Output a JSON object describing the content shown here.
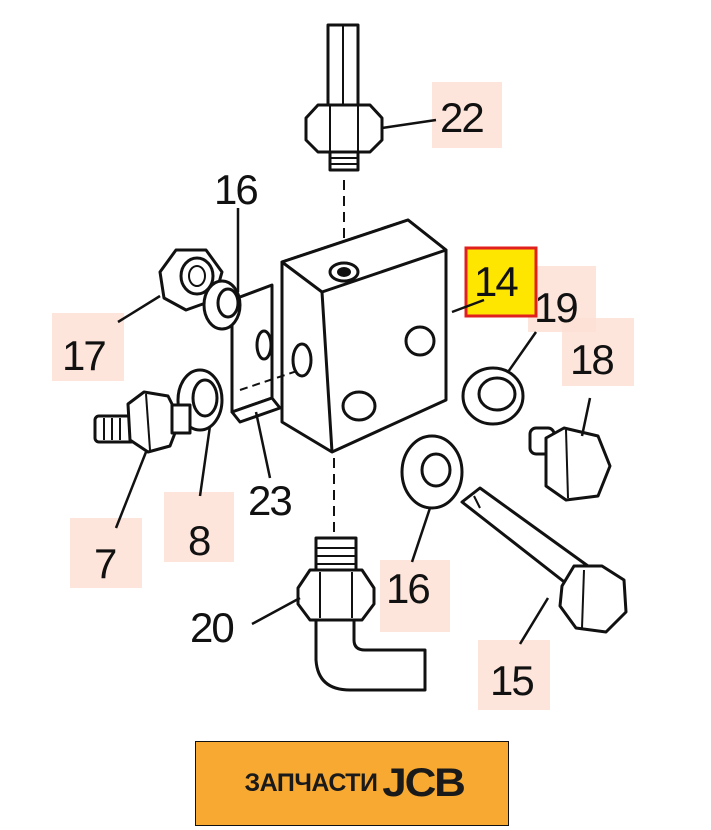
{
  "colors": {
    "highlight": "#ffe600",
    "highlight_border": "#e0201e",
    "label_background": "#fde0d6",
    "brand_background": "#f7a932",
    "ink": "#111111"
  },
  "parts": [
    {
      "id": "label-22",
      "number": "22",
      "highlighted": false
    },
    {
      "id": "label-16-top",
      "number": "16",
      "highlighted": false
    },
    {
      "id": "label-14",
      "number": "14",
      "highlighted": true
    },
    {
      "id": "label-19",
      "number": "19",
      "highlighted": false
    },
    {
      "id": "label-17",
      "number": "17",
      "highlighted": false
    },
    {
      "id": "label-18",
      "number": "18",
      "highlighted": false
    },
    {
      "id": "label-7",
      "number": "7",
      "highlighted": false
    },
    {
      "id": "label-8",
      "number": "8",
      "highlighted": false
    },
    {
      "id": "label-23",
      "number": "23",
      "highlighted": false
    },
    {
      "id": "label-16-bottom",
      "number": "16",
      "highlighted": false
    },
    {
      "id": "label-20",
      "number": "20",
      "highlighted": false
    },
    {
      "id": "label-15",
      "number": "15",
      "highlighted": false
    }
  ],
  "brand": {
    "text": "ЗАПЧАСТИ",
    "logo": "JCB"
  }
}
